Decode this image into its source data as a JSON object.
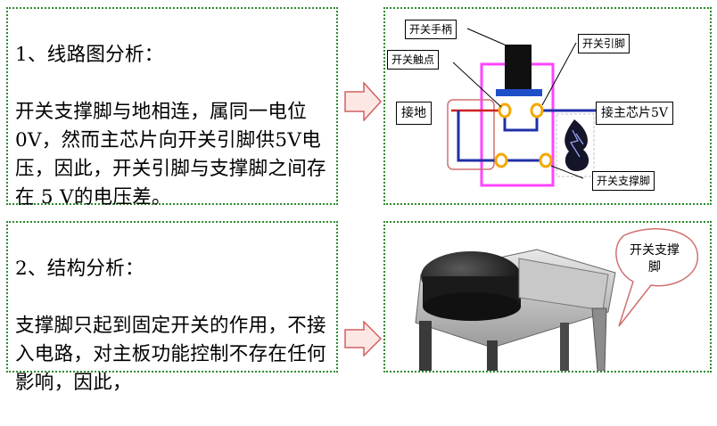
{
  "section1": {
    "heading": "1、线路图分析：",
    "body": "    开关支撑脚与地相连，属同一电位0V，然而主芯片向开关引脚供5V电压，因此，开关引脚与支撑脚之间存在 5 V的电压差。"
  },
  "section2": {
    "heading": "2、结构分析：",
    "body": "   支撑脚只起到固定开关的作用，不接入电路，对主板功能控制不存在任何影响，因此，"
  },
  "circuit_diagram": {
    "labels": {
      "switch_handle": "开关手柄",
      "switch_pin": "开关引脚",
      "switch_contact": "开关触点",
      "ground": "接地",
      "main_chip": "接主芯片5V",
      "support_leg": "开关支撑脚"
    }
  },
  "photo": {
    "callout": "开关支撑脚"
  },
  "colors": {
    "panel_border": "#2e8b2e",
    "arrow_fill": "#fde7e4",
    "arrow_stroke": "#d06060",
    "switch_body": "#ff66ff",
    "wire": "#1f2fa8",
    "ground_wire": "#d02020",
    "contact": "#f5b800"
  }
}
